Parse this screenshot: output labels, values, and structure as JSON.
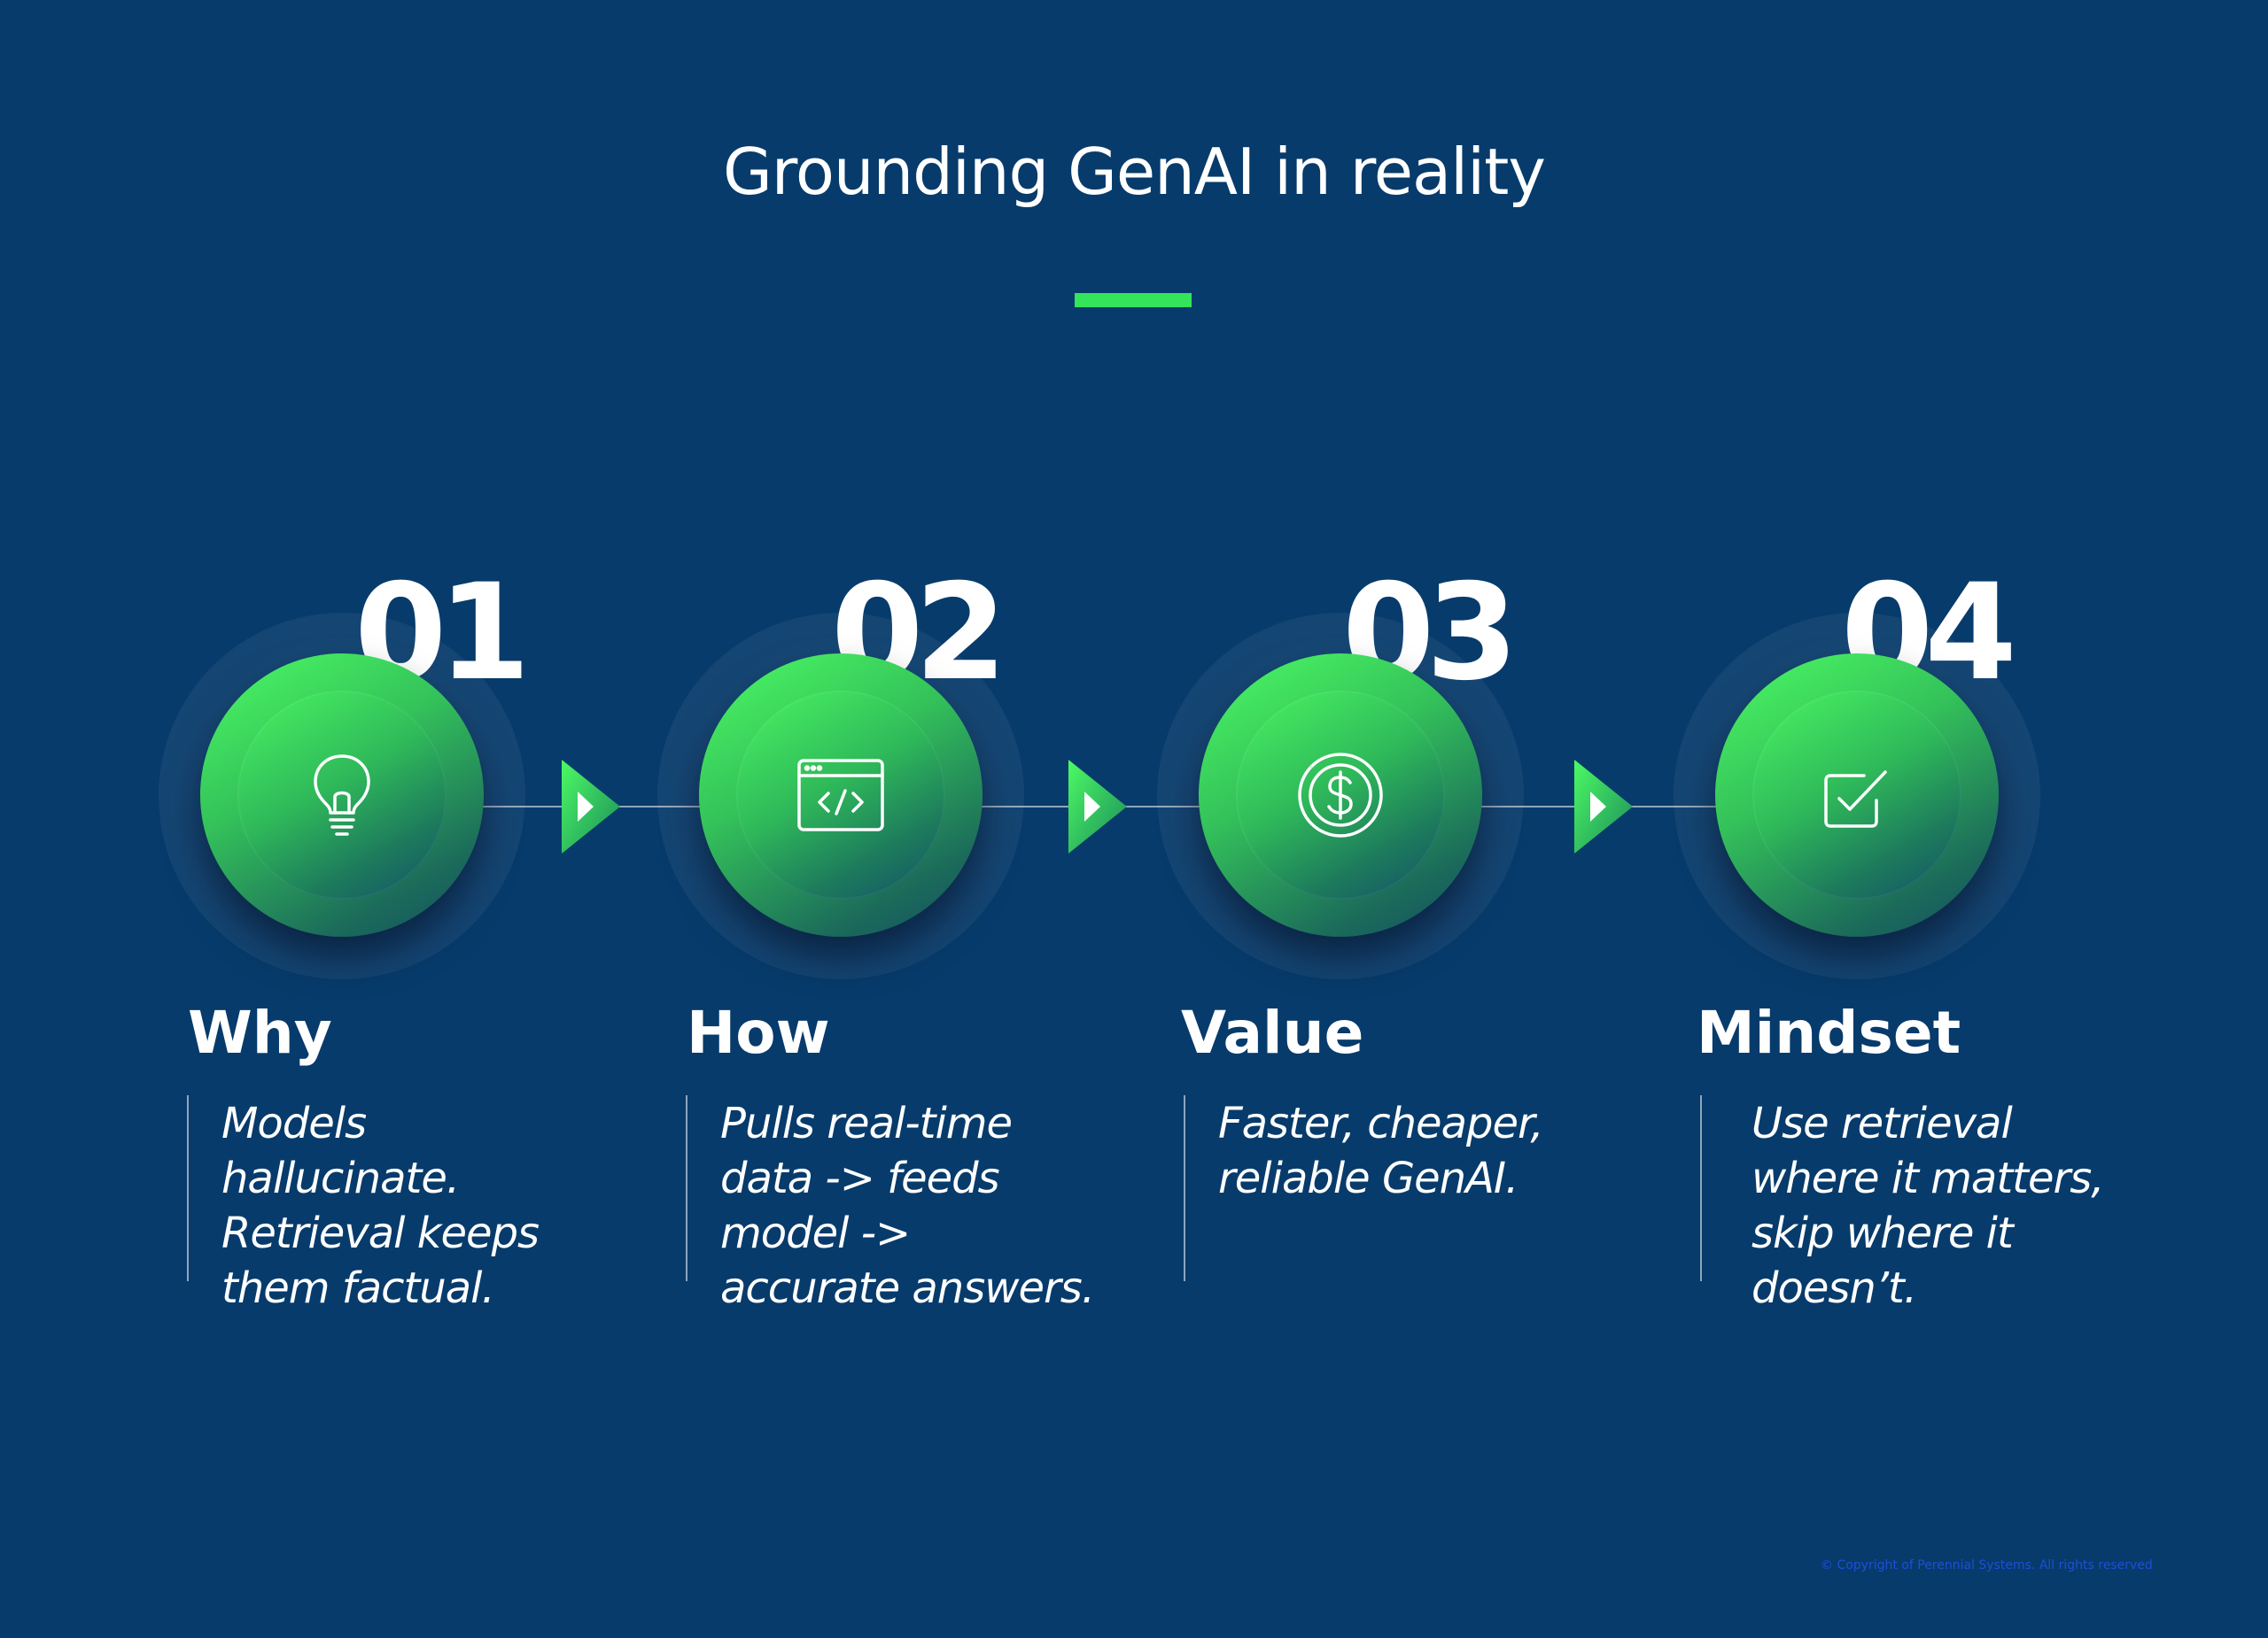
{
  "title": "Grounding GenAI in reality",
  "accent_color": "#34e45a",
  "background_color": "#073b6b",
  "steps": [
    {
      "number": "01",
      "icon": "lightbulb-icon",
      "heading": "Why",
      "description": "Models hallucinate. Retrieval keeps them factual."
    },
    {
      "number": "02",
      "icon": "code-window-icon",
      "heading": "How",
      "description": "Pulls real-time data -> feeds model -> accurate answers."
    },
    {
      "number": "03",
      "icon": "dollar-coin-icon",
      "heading": "Value",
      "description": "Faster, cheaper, reliable GenAI."
    },
    {
      "number": "04",
      "icon": "checkbox-icon",
      "heading": "Mindset",
      "description": "Use retrieval where it matters, skip where it doesn’t."
    }
  ],
  "copyright": "© Copyright of Perennial Systems. All rights reserved"
}
